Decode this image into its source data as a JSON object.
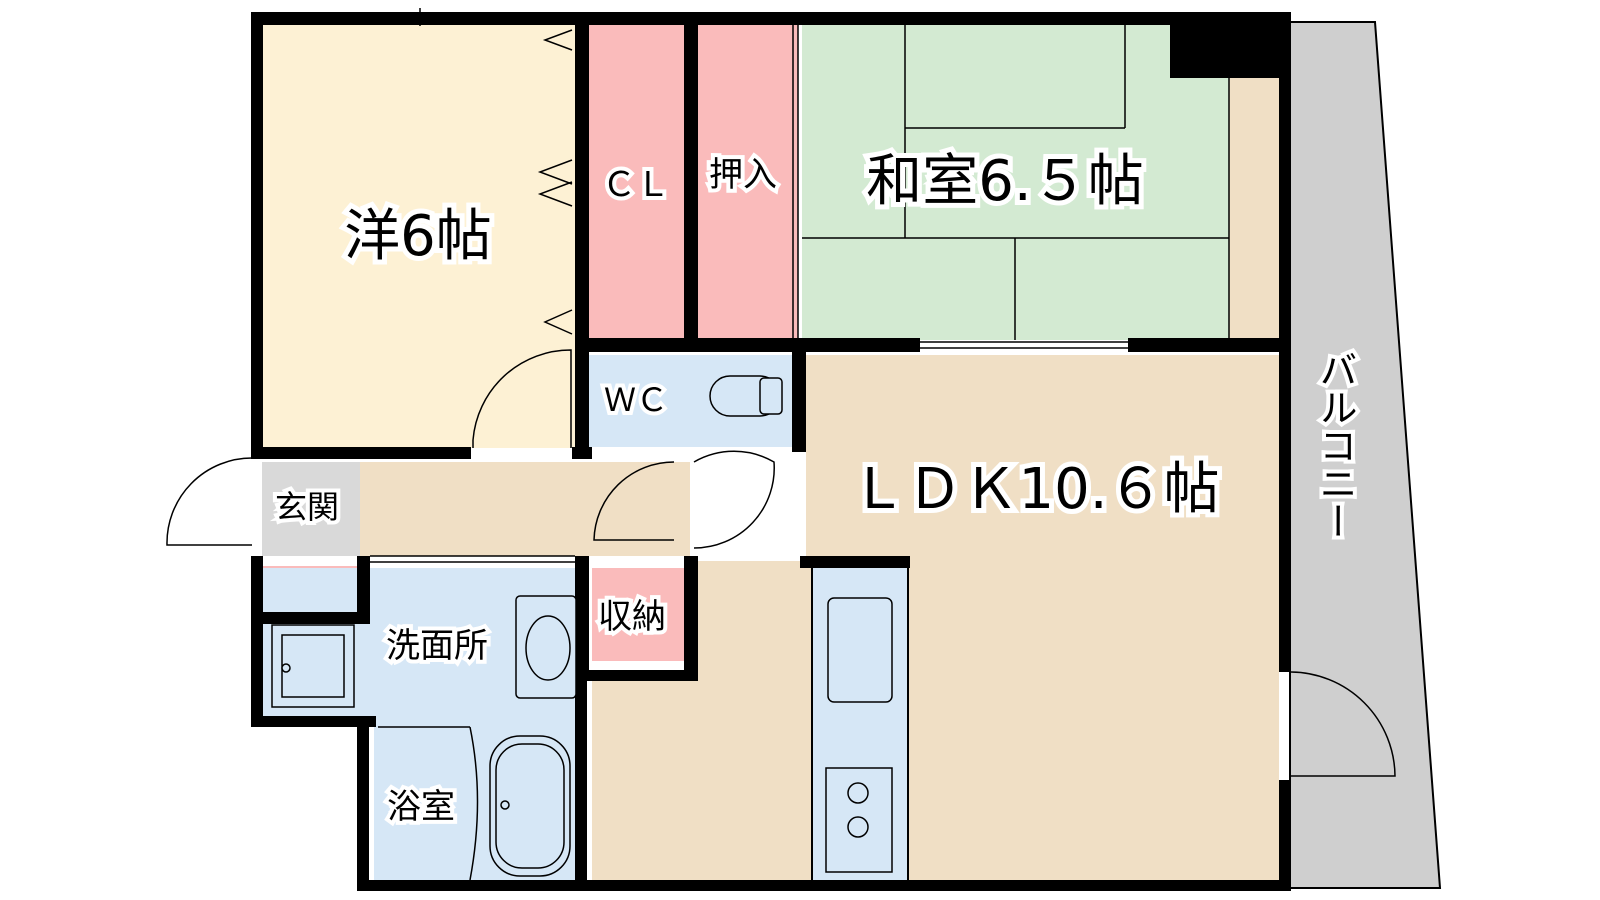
{
  "rooms": {
    "western": "洋6帖",
    "closet": "ＣＬ",
    "oshiire": "押入",
    "japanese": "和室6.５帖",
    "wc": "ＷＣ",
    "ldk": "ＬＤＫ10.６帖",
    "balcony": "バルコニー",
    "entrance": "玄関",
    "storage": "収納",
    "washroom": "洗面所",
    "bathroom": "浴室"
  },
  "colors": {
    "wall": "#000000",
    "western_room": "#fdf1d4",
    "storage": "#fabbbb",
    "japanese_room": "#d3ead2",
    "ldk": "#f0dfc5",
    "water_area": "#d6e7f6",
    "balcony": "#cfcfcf",
    "entrance": "#d9d9d9"
  }
}
